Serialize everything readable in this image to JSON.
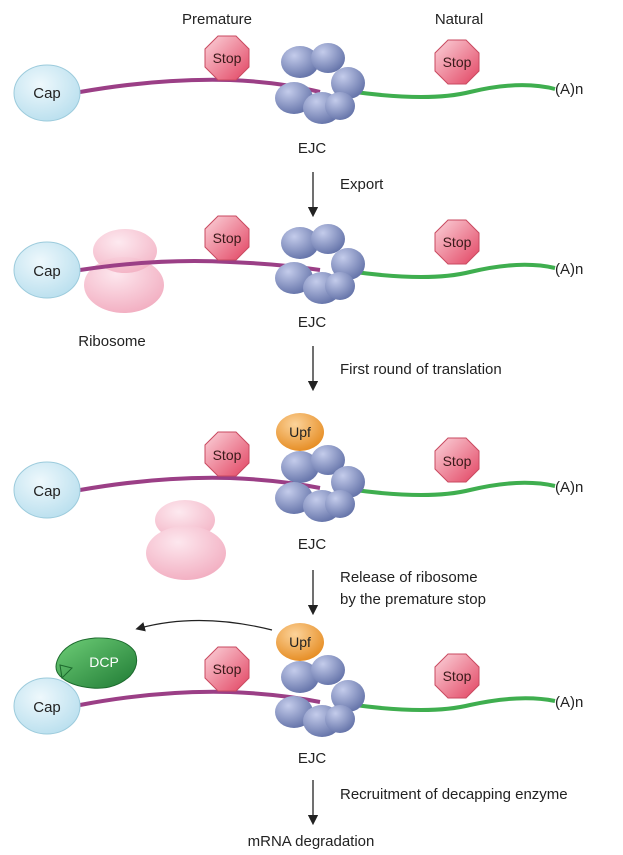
{
  "header": {
    "premature_label": "Premature",
    "natural_label": "Natural"
  },
  "labels": {
    "cap": "Cap",
    "stop": "Stop",
    "poly_a": "(A)n",
    "ejc": "EJC",
    "upf": "Upf",
    "dcp": "DCP",
    "ribosome": "Ribosome"
  },
  "steps": [
    {
      "label": "Export"
    },
    {
      "label": "First round of translation"
    },
    {
      "label_line1": "Release of ribosome",
      "label_line2": "by the premature stop"
    },
    {
      "label": "Recruitment of decapping enzyme"
    }
  ],
  "final_label": "mRNA degradation",
  "colors": {
    "cap_fill": "#cfeaf3",
    "premature_mrna": "#9b3f86",
    "natural_mrna": "#3fae4f",
    "stop_fill": "#e85a72",
    "ejc_fill": "#7f8fc0",
    "upf_fill": "#f0a040",
    "ribosome_fill": "#f6c6d2",
    "dcp_fill": "#2f9a45"
  }
}
